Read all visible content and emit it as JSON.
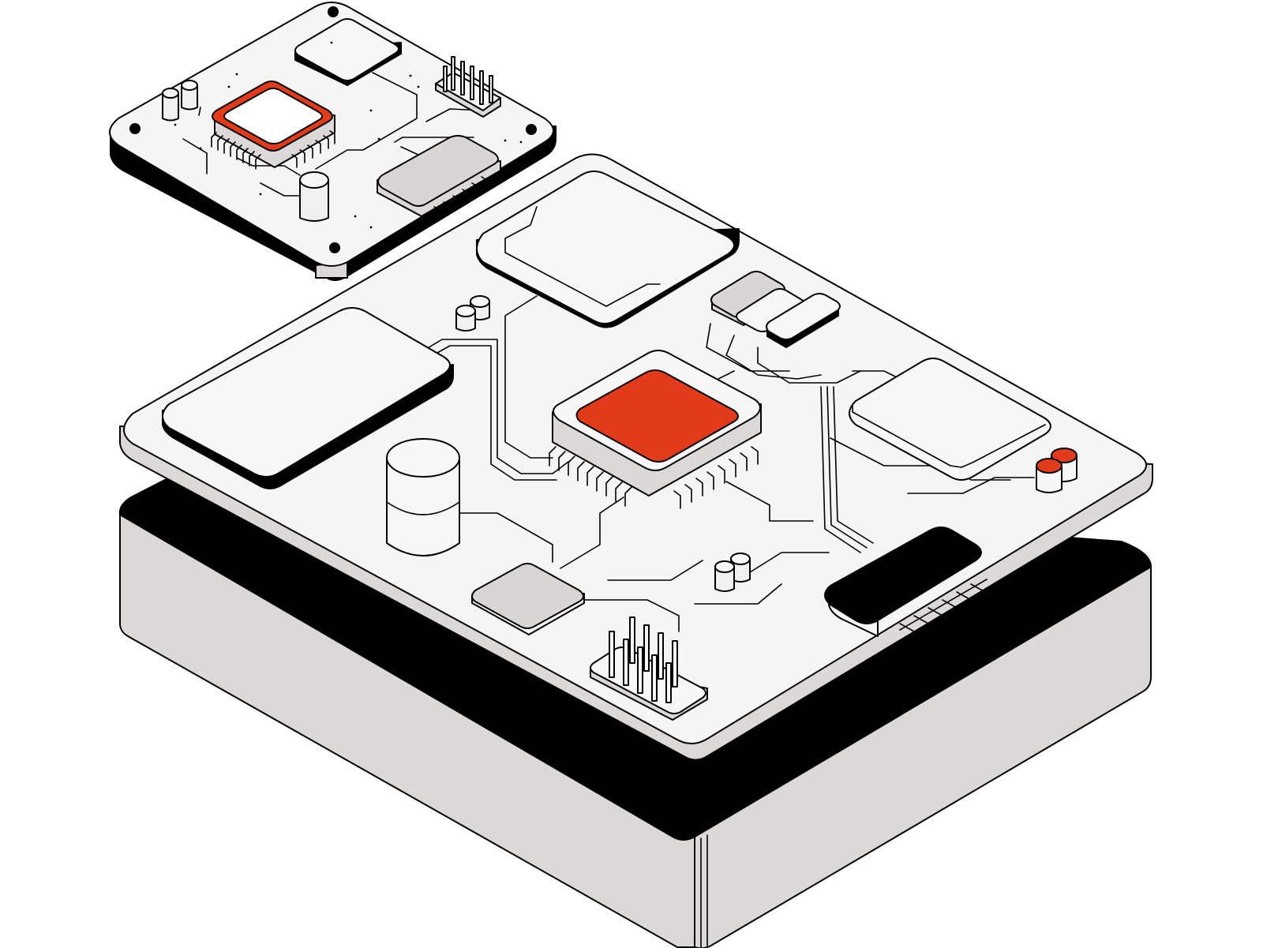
{
  "colors": {
    "background": "#ffffff",
    "outline": "#000000",
    "board_fill": "#f5f5f5",
    "panel_fill": "#f7f7f7",
    "base_side": "#dcd8d8",
    "chip_grey": "#d9d5d5",
    "accent_red": "#e23b1b",
    "dark": "#000000"
  },
  "scene": {
    "description_label": "",
    "layers": [
      {
        "id": "base-block",
        "icon": "base-block-icon"
      },
      {
        "id": "main-board",
        "icon": "circuit-board-icon"
      },
      {
        "id": "floating-board",
        "icon": "circuit-board-icon"
      }
    ],
    "components": [
      {
        "id": "main-cpu",
        "icon": "cpu-chip-icon",
        "accent": "#e23b1b"
      },
      {
        "id": "small-cpu",
        "icon": "cpu-chip-icon",
        "accent": "#e23b1b"
      },
      {
        "id": "capacitor-pair-red",
        "icon": "capacitor-icon",
        "accent": "#e23b1b"
      },
      {
        "id": "pin-header-main",
        "icon": "pin-header-icon"
      },
      {
        "id": "pin-header-small",
        "icon": "pin-header-icon"
      },
      {
        "id": "cylinder-storage",
        "icon": "storage-cylinder-icon"
      },
      {
        "id": "memory-module-dark",
        "icon": "memory-module-icon"
      },
      {
        "id": "memory-module-grey",
        "icon": "memory-module-icon"
      }
    ]
  }
}
